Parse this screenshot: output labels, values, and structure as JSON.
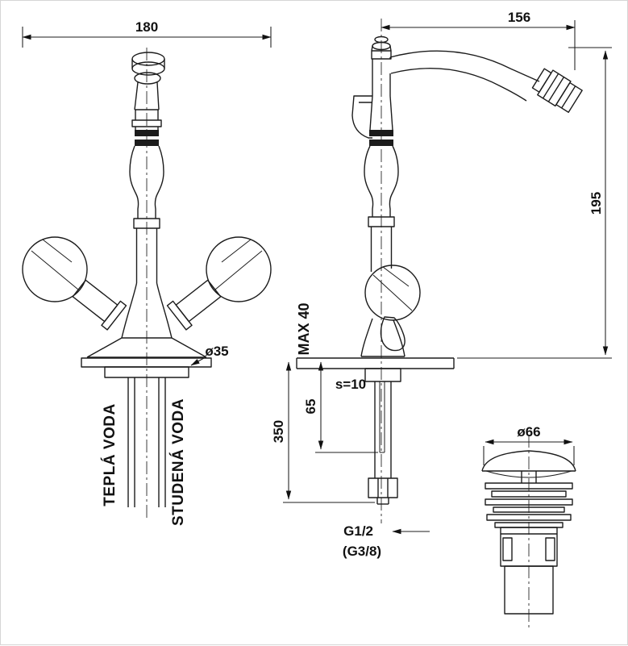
{
  "drawing": {
    "style": {
      "ink": "#1c1c1c",
      "background": "#ffffff"
    },
    "labels": {
      "width_total": "180",
      "spout_reach": "156",
      "spout_height": "195",
      "below_deck": "350",
      "rod_length": "65",
      "max_thickness": "MAX 40",
      "gasket": "s=10",
      "hole_diameter": "ø35",
      "drain_diameter": "ø66",
      "thread_main": "G1/2",
      "thread_alt": "(G3/8)",
      "hot_water": "TEPLÁ VODA",
      "cold_water": "STUDENÁ VODA"
    }
  }
}
